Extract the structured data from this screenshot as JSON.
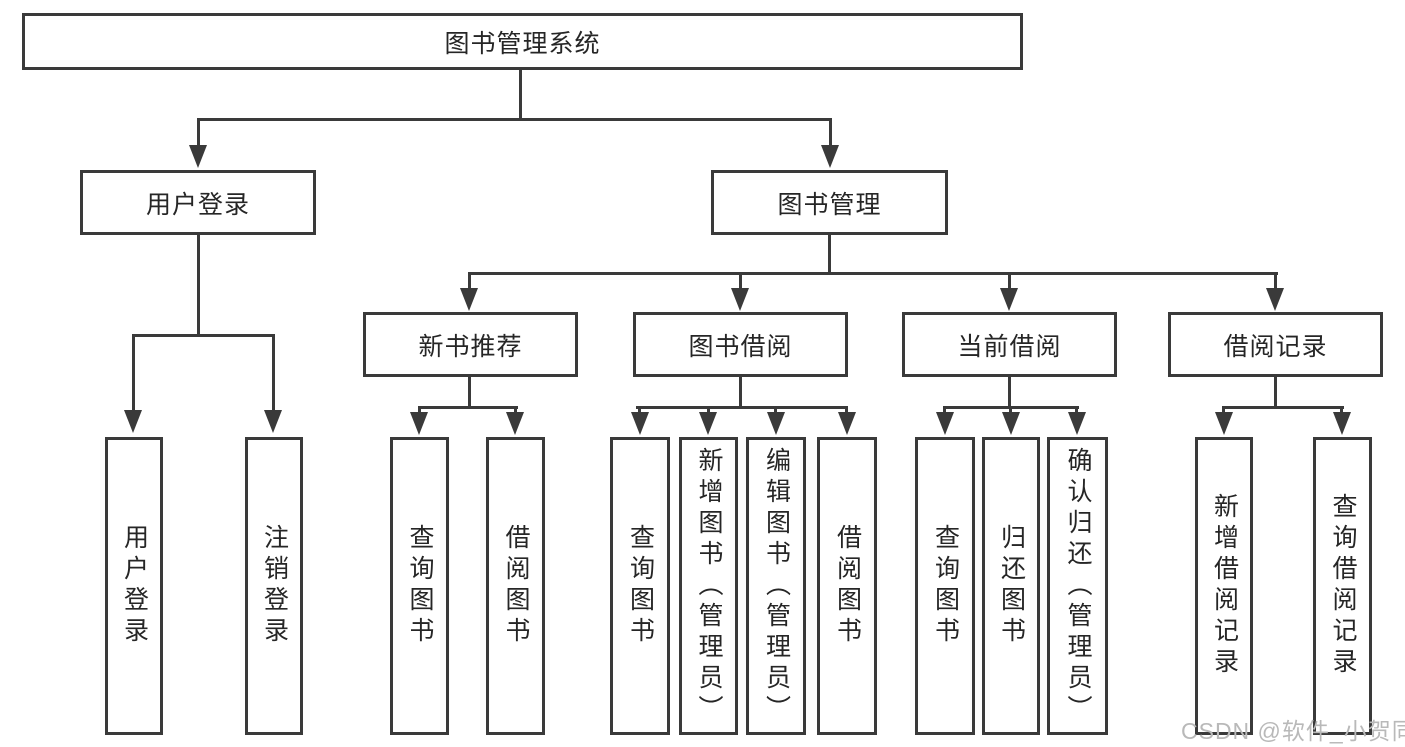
{
  "colors": {
    "line": "#3a3a3a",
    "text": "#262626",
    "page_background": "#ffffff",
    "box_background": "#ffffff",
    "watermark": "#b9b9b9"
  },
  "diagram": {
    "root": {
      "label": "图书管理系统"
    },
    "branches": [
      {
        "label": "用户登录",
        "children": [
          {
            "label": "用户登录"
          },
          {
            "label": "注销登录"
          }
        ]
      },
      {
        "label": "图书管理",
        "children": [
          {
            "label": "新书推荐",
            "children": [
              {
                "label": "查询图书"
              },
              {
                "label": "借阅图书"
              }
            ]
          },
          {
            "label": "图书借阅",
            "children": [
              {
                "label": "查询图书"
              },
              {
                "label": "新增图书（管理员）"
              },
              {
                "label": "编辑图书（管理员）"
              },
              {
                "label": "借阅图书"
              }
            ]
          },
          {
            "label": "当前借阅",
            "children": [
              {
                "label": "查询图书"
              },
              {
                "label": "归还图书"
              },
              {
                "label": "确认归还（管理员）"
              }
            ]
          },
          {
            "label": "借阅记录",
            "children": [
              {
                "label": "新增借阅记录"
              },
              {
                "label": "查询借阅记录"
              }
            ]
          }
        ]
      }
    ]
  },
  "watermark": {
    "text": "CSDN @软件_小贺同学"
  }
}
